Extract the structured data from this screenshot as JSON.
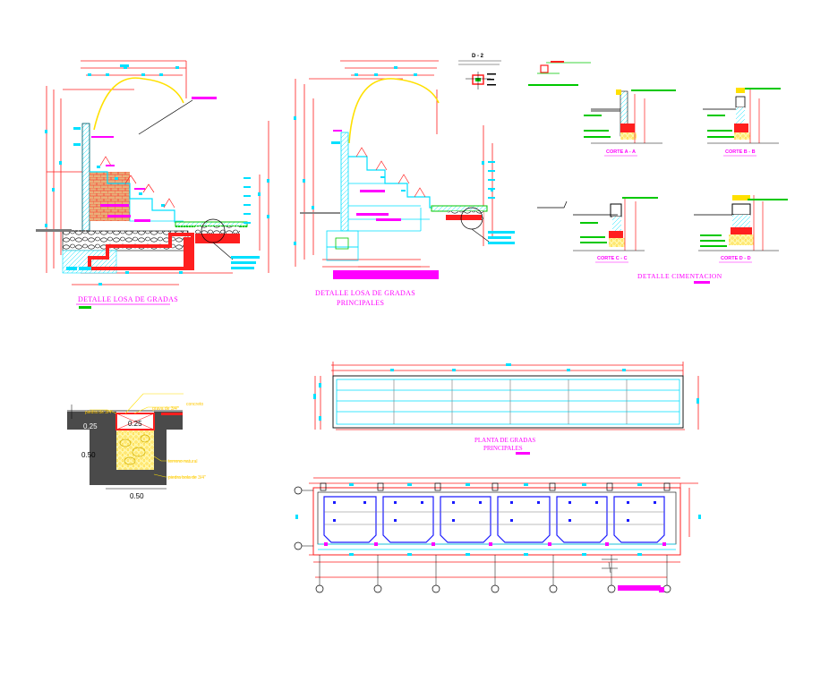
{
  "colors": {
    "red": "#ff1f1f",
    "cyan": "#00e0ff",
    "green": "#00c800",
    "magenta": "#ff00ff",
    "yellow": "#ffe000",
    "blue": "#1a1aff",
    "black": "#000000",
    "gray": "#7a7a7a",
    "darkgray": "#4a4a4a"
  },
  "titles": {
    "detail_losa_1": "DETALLE LOSA DE GRADAS",
    "detail_losa_2_line1": "DETALLE LOSA DE GRADAS",
    "detail_losa_2_line2": "PRINCIPALES",
    "d2_label": "D - 2",
    "detalle_cimentacion": "DETALLE CIMENTACION",
    "planta_line1": "PLANTA DE GRADAS",
    "planta_line2": "PRINCIPALES"
  },
  "cuts": {
    "a": "CORTE A - A",
    "b": "CORTE B - B",
    "c": "CORTE C - C",
    "d": "CORTE D - D"
  },
  "footing": {
    "dim_top_left": "0.25",
    "dim_top_center": "0.25",
    "dim_height": "0.50",
    "dim_width": "0.50",
    "label_1": "concreto",
    "label_2": "grava de 3/4\"",
    "label_3": "piedra de 3/4\"",
    "label_4": "terreno natural",
    "label_5": "piedra bola de 3/4\""
  }
}
